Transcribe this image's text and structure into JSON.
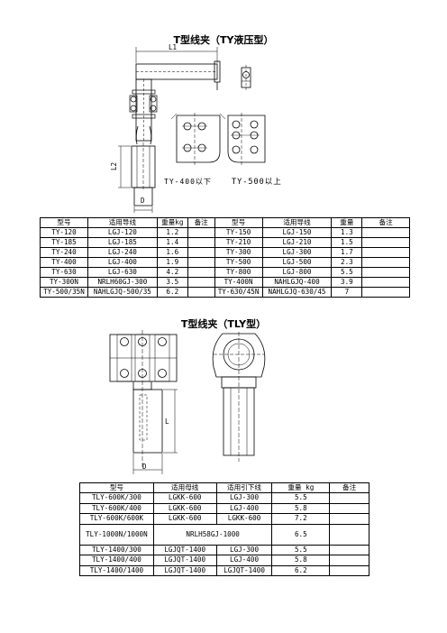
{
  "titles": {
    "ty": "T型线夹（TY液压型）",
    "tly": "T型线夹（TLY型）"
  },
  "drawing_labels": {
    "l1": "L1",
    "l2": "L2",
    "d1": "D",
    "ty400": "TY-400以下",
    "ty500": "TY-500以上",
    "l": "L",
    "d2": "D"
  },
  "table1": {
    "headers": [
      "型号",
      "适用导线",
      "重量kg",
      "备注",
      "型号",
      "适用导线",
      "重量",
      "备注"
    ],
    "rows": [
      [
        "TY-120",
        "LGJ-120",
        "1.2",
        "",
        "TY-150",
        "LGJ-150",
        "1.3",
        ""
      ],
      [
        "TY-185",
        "LGJ-185",
        "1.4",
        "",
        "TY-210",
        "LGJ-210",
        "1.5",
        ""
      ],
      [
        "TY-240",
        "LGJ-240",
        "1.6",
        "",
        "TY-300",
        "LGJ-300",
        "1.7",
        ""
      ],
      [
        "TY-400",
        "LGJ-400",
        "1.9",
        "",
        "TY-500",
        "LGJ-500",
        "2.3",
        ""
      ],
      [
        "TY-630",
        "LGJ-630",
        "4.2",
        "",
        "TY-800",
        "LGJ-800",
        "5.5",
        ""
      ],
      [
        "TY-300N",
        "NRLH60GJ-300",
        "3.5",
        "",
        "TY-400N",
        "NAHLGJQ-400",
        "3.9",
        ""
      ],
      [
        "TY-500/35N",
        "NAHLGJQ-500/35",
        "6.2",
        "",
        "TY-630/45N",
        "NAHLGJQ-630/45",
        "7",
        ""
      ]
    ]
  },
  "table2": {
    "headers": [
      "型号",
      "适用母线",
      "适用引下线",
      "重量 kg",
      "备注"
    ],
    "rows": [
      {
        "model": "TLY-600K/300",
        "bus": "LGKK-600",
        "down": "LGJ-300",
        "weight": "5.5"
      },
      {
        "model": "TLY-600K/400",
        "bus": "LGKK-600",
        "down": "LGJ-400",
        "weight": "5.8"
      },
      {
        "model": "TLY-600K/600K",
        "bus": "LGKK-600",
        "down": "LGKK-600",
        "weight": "7.2"
      },
      {
        "model": "TLY-1000N/1000N",
        "merged": "NRLH58GJ-1000",
        "weight": "6.5"
      },
      {
        "model": "TLY-1400/300",
        "bus": "LGJQT-1400",
        "down": "LGJ-300",
        "weight": "5.5"
      },
      {
        "model": "TLY-1400/400",
        "bus": "LGJQT-1400",
        "down": "LGJ-400",
        "weight": "5.8"
      },
      {
        "model": "TLY-1400/1400",
        "bus": "LGJQT-1400",
        "down": "LGJQT-1400",
        "weight": "6.2"
      }
    ]
  }
}
